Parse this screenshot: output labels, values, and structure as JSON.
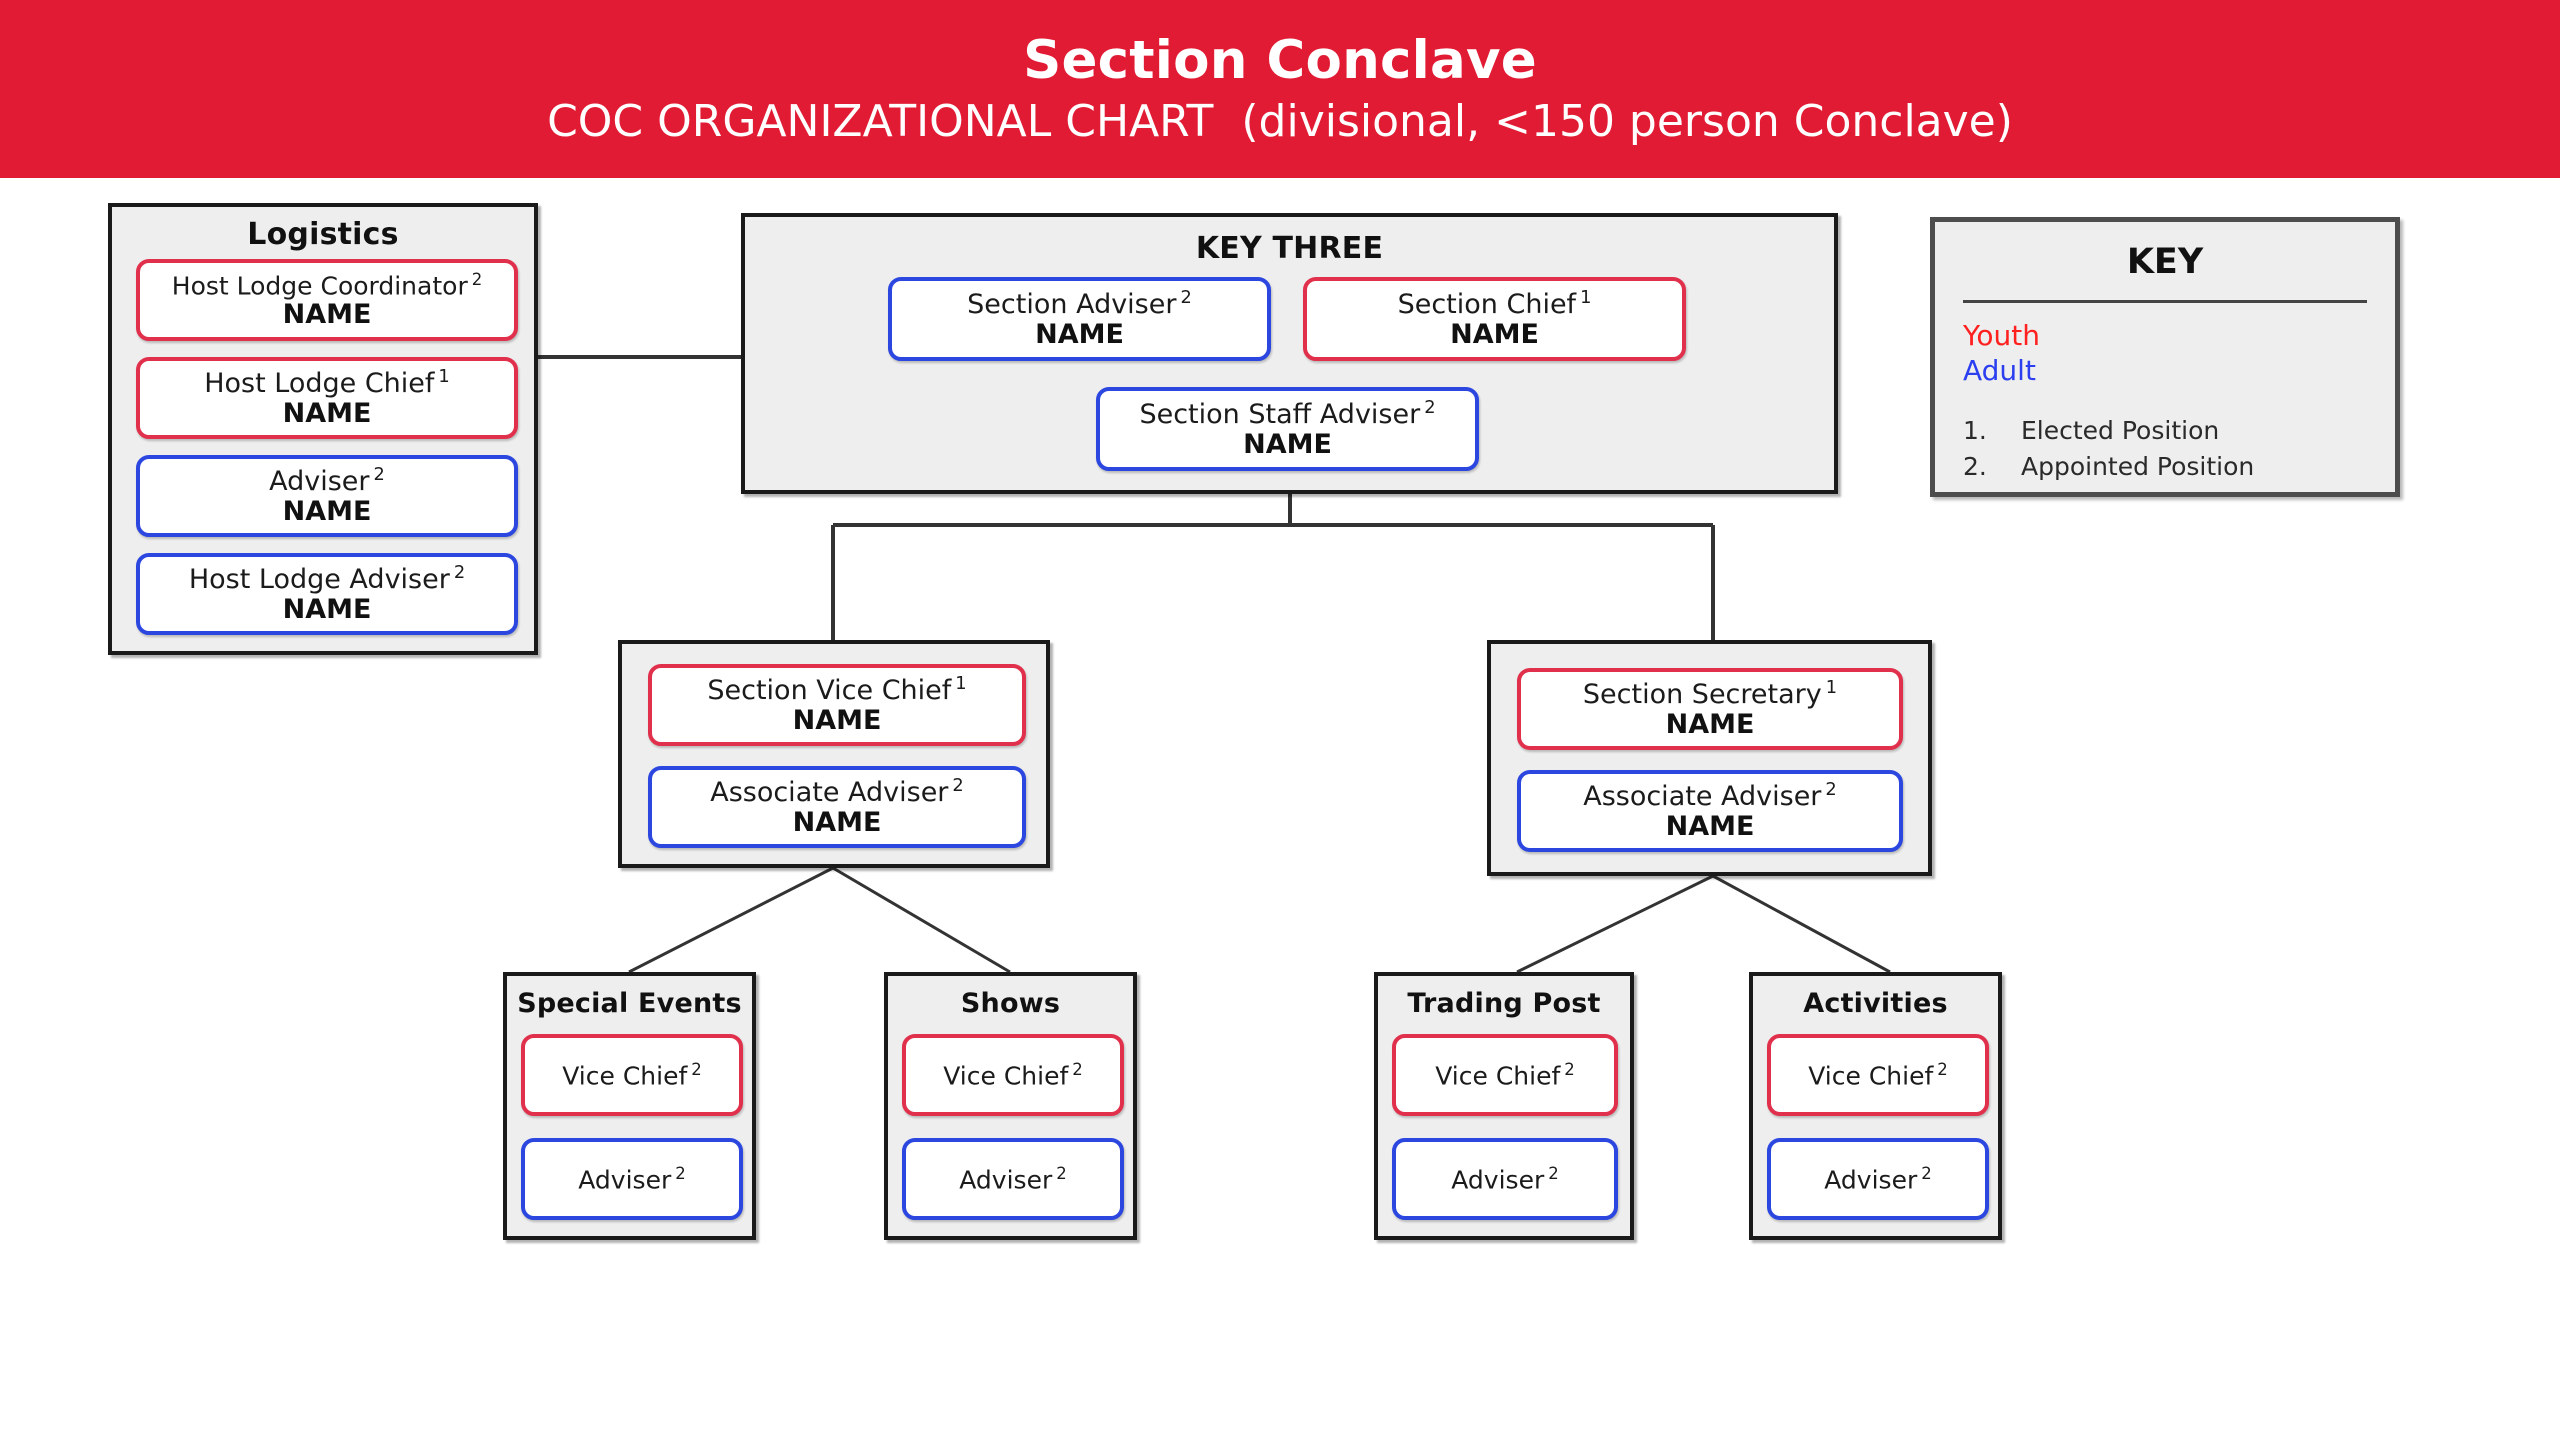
{
  "banner": {
    "title": "Section Conclave",
    "subtitle": "COC ORGANIZATIONAL CHART  (divisional, <150 person Conclave)",
    "bg_color": "#e21b34",
    "text_color": "#ffffff"
  },
  "colors": {
    "youth": "#e0304c",
    "adult": "#2b47e0",
    "key_youth_text": "#ff2020",
    "key_adult_text": "#2b3ff0",
    "group_fill": "#eeeeee",
    "group_border": "#1a1a1a",
    "pill_fill": "#ffffff",
    "connector": "#333333"
  },
  "groups": {
    "logistics": {
      "title": "Logistics",
      "members": [
        {
          "role": "Host Lodge Coordinator",
          "superscript": "2",
          "name": "NAME",
          "type": "youth"
        },
        {
          "role": "Host Lodge Chief",
          "superscript": "1",
          "name": "NAME",
          "type": "youth"
        },
        {
          "role": "Adviser",
          "superscript": "2",
          "name": "NAME",
          "type": "adult"
        },
        {
          "role": "Host Lodge Adviser",
          "superscript": "2",
          "name": "NAME",
          "type": "adult"
        }
      ]
    },
    "key_three": {
      "title": "KEY THREE",
      "members": [
        {
          "role": "Section Adviser",
          "superscript": "2",
          "name": "NAME",
          "type": "adult"
        },
        {
          "role": "Section Chief",
          "superscript": "1",
          "name": "NAME",
          "type": "youth"
        },
        {
          "role": "Section Staff Adviser",
          "superscript": "2",
          "name": "NAME",
          "type": "adult"
        }
      ]
    },
    "vice_chief": {
      "title": "",
      "members": [
        {
          "role": "Section Vice Chief",
          "superscript": "1",
          "name": "NAME",
          "type": "youth"
        },
        {
          "role": "Associate Adviser",
          "superscript": "2",
          "name": "NAME",
          "type": "adult"
        }
      ]
    },
    "secretary": {
      "title": "",
      "members": [
        {
          "role": "Section Secretary",
          "superscript": "1",
          "name": "NAME",
          "type": "youth"
        },
        {
          "role": "Associate Adviser",
          "superscript": "2",
          "name": "NAME",
          "type": "adult"
        }
      ]
    },
    "special_events": {
      "title": "Special Events",
      "members": [
        {
          "role": "Vice Chief",
          "superscript": "2",
          "name": "",
          "type": "youth"
        },
        {
          "role": "Adviser",
          "superscript": "2",
          "name": "",
          "type": "adult"
        }
      ]
    },
    "shows": {
      "title": "Shows",
      "members": [
        {
          "role": "Vice Chief",
          "superscript": "2",
          "name": "",
          "type": "youth"
        },
        {
          "role": "Adviser",
          "superscript": "2",
          "name": "",
          "type": "adult"
        }
      ]
    },
    "trading_post": {
      "title": "Trading Post",
      "members": [
        {
          "role": "Vice Chief",
          "superscript": "2",
          "name": "",
          "type": "youth"
        },
        {
          "role": "Adviser",
          "superscript": "2",
          "name": "",
          "type": "adult"
        }
      ]
    },
    "activities": {
      "title": "Activities",
      "members": [
        {
          "role": "Vice Chief",
          "superscript": "2",
          "name": "",
          "type": "youth"
        },
        {
          "role": "Adviser",
          "superscript": "2",
          "name": "",
          "type": "adult"
        }
      ]
    }
  },
  "key_legend": {
    "title": "KEY",
    "youth_label": "Youth",
    "adult_label": "Adult",
    "notes": [
      {
        "num": "1.",
        "text": "Elected Position"
      },
      {
        "num": "2.",
        "text": "Appointed Position"
      }
    ]
  }
}
